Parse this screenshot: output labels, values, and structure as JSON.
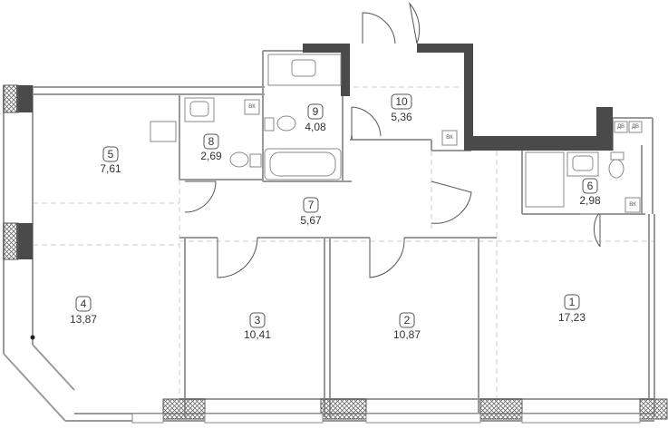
{
  "plan": {
    "rooms": [
      {
        "id": "1",
        "number": "1",
        "area": "17,23"
      },
      {
        "id": "2",
        "number": "2",
        "area": "10,87"
      },
      {
        "id": "3",
        "number": "3",
        "area": "10,41"
      },
      {
        "id": "4",
        "number": "4",
        "area": "13,87"
      },
      {
        "id": "5",
        "number": "5",
        "area": "7,61"
      },
      {
        "id": "6",
        "number": "6",
        "area": "2,98"
      },
      {
        "id": "7",
        "number": "7",
        "area": "5,67"
      },
      {
        "id": "8",
        "number": "8",
        "area": "2,69"
      },
      {
        "id": "9",
        "number": "9",
        "area": "4,08"
      },
      {
        "id": "10",
        "number": "10",
        "area": "5,36"
      }
    ],
    "badges": {
      "vk1": "ВК",
      "vk2": "ВК",
      "vk3": "ВК",
      "db1": "ДВ",
      "db2": "ДВ"
    }
  }
}
